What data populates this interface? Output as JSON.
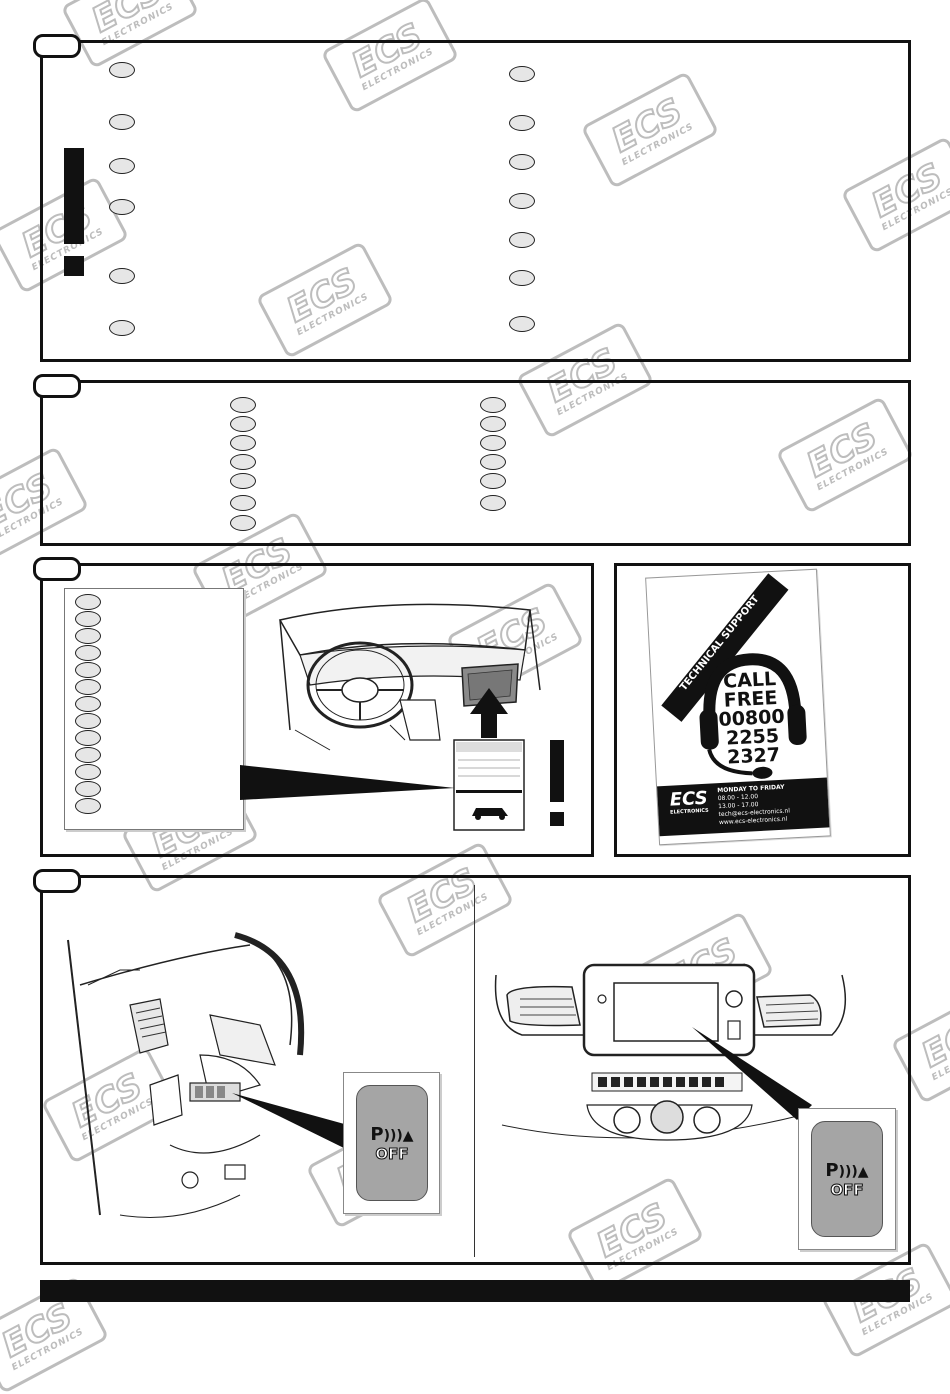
{
  "watermark": {
    "logo": "ECS",
    "sub": "ELECTRONICS"
  },
  "exclamation": "!",
  "poster": {
    "band": "TECHNICAL SUPPORT",
    "call_lines": [
      "CALL",
      "FREE",
      "00800",
      "2255",
      "2327"
    ],
    "footer_logo": "ECS",
    "footer_logo_sub": "ELECTRONICS",
    "footer_lines": [
      "MONDAY TO FRIDAY",
      "08.00 - 12.00",
      "13.00 - 17.00",
      "tech@ecs-electronics.nl",
      "www.ecs-electronics.nl"
    ]
  },
  "button": {
    "p_label": "P",
    "off_label": "OFF"
  }
}
